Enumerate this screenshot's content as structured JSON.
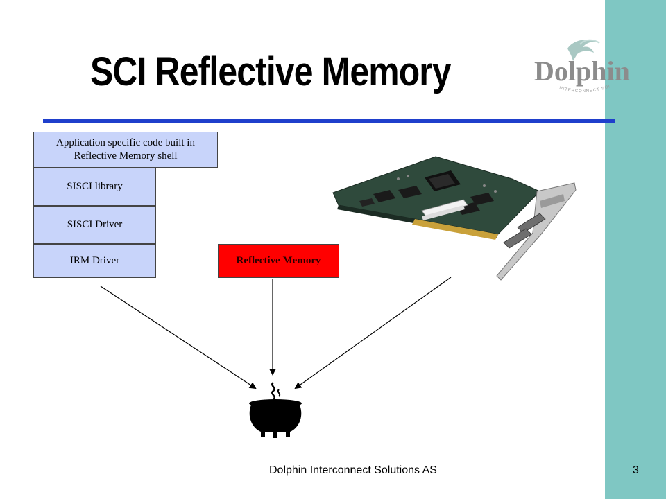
{
  "slide": {
    "title": "SCI Reflective Memory",
    "footer": "Dolphin Interconnect Solutions AS",
    "page_number": "3"
  },
  "logo": {
    "wordmark": "Dolphin",
    "tagline": "INTERCONNECT SOLUTIONS",
    "icon": "dolphin-icon"
  },
  "stack": {
    "layers": [
      "Application specific code built in Reflective Memory shell",
      "SISCI library",
      "SISCI  Driver",
      "IRM Driver"
    ]
  },
  "reflective_memory": {
    "label": "Reflective Memory"
  },
  "images": {
    "card": "pci-adapter-card",
    "pot": "cauldron-icon"
  },
  "colors": {
    "sidebar": "#7fc7c3",
    "rule": "#1f3fcc",
    "layer_fill": "#c8d4fa",
    "rm_fill": "#ff0000"
  }
}
